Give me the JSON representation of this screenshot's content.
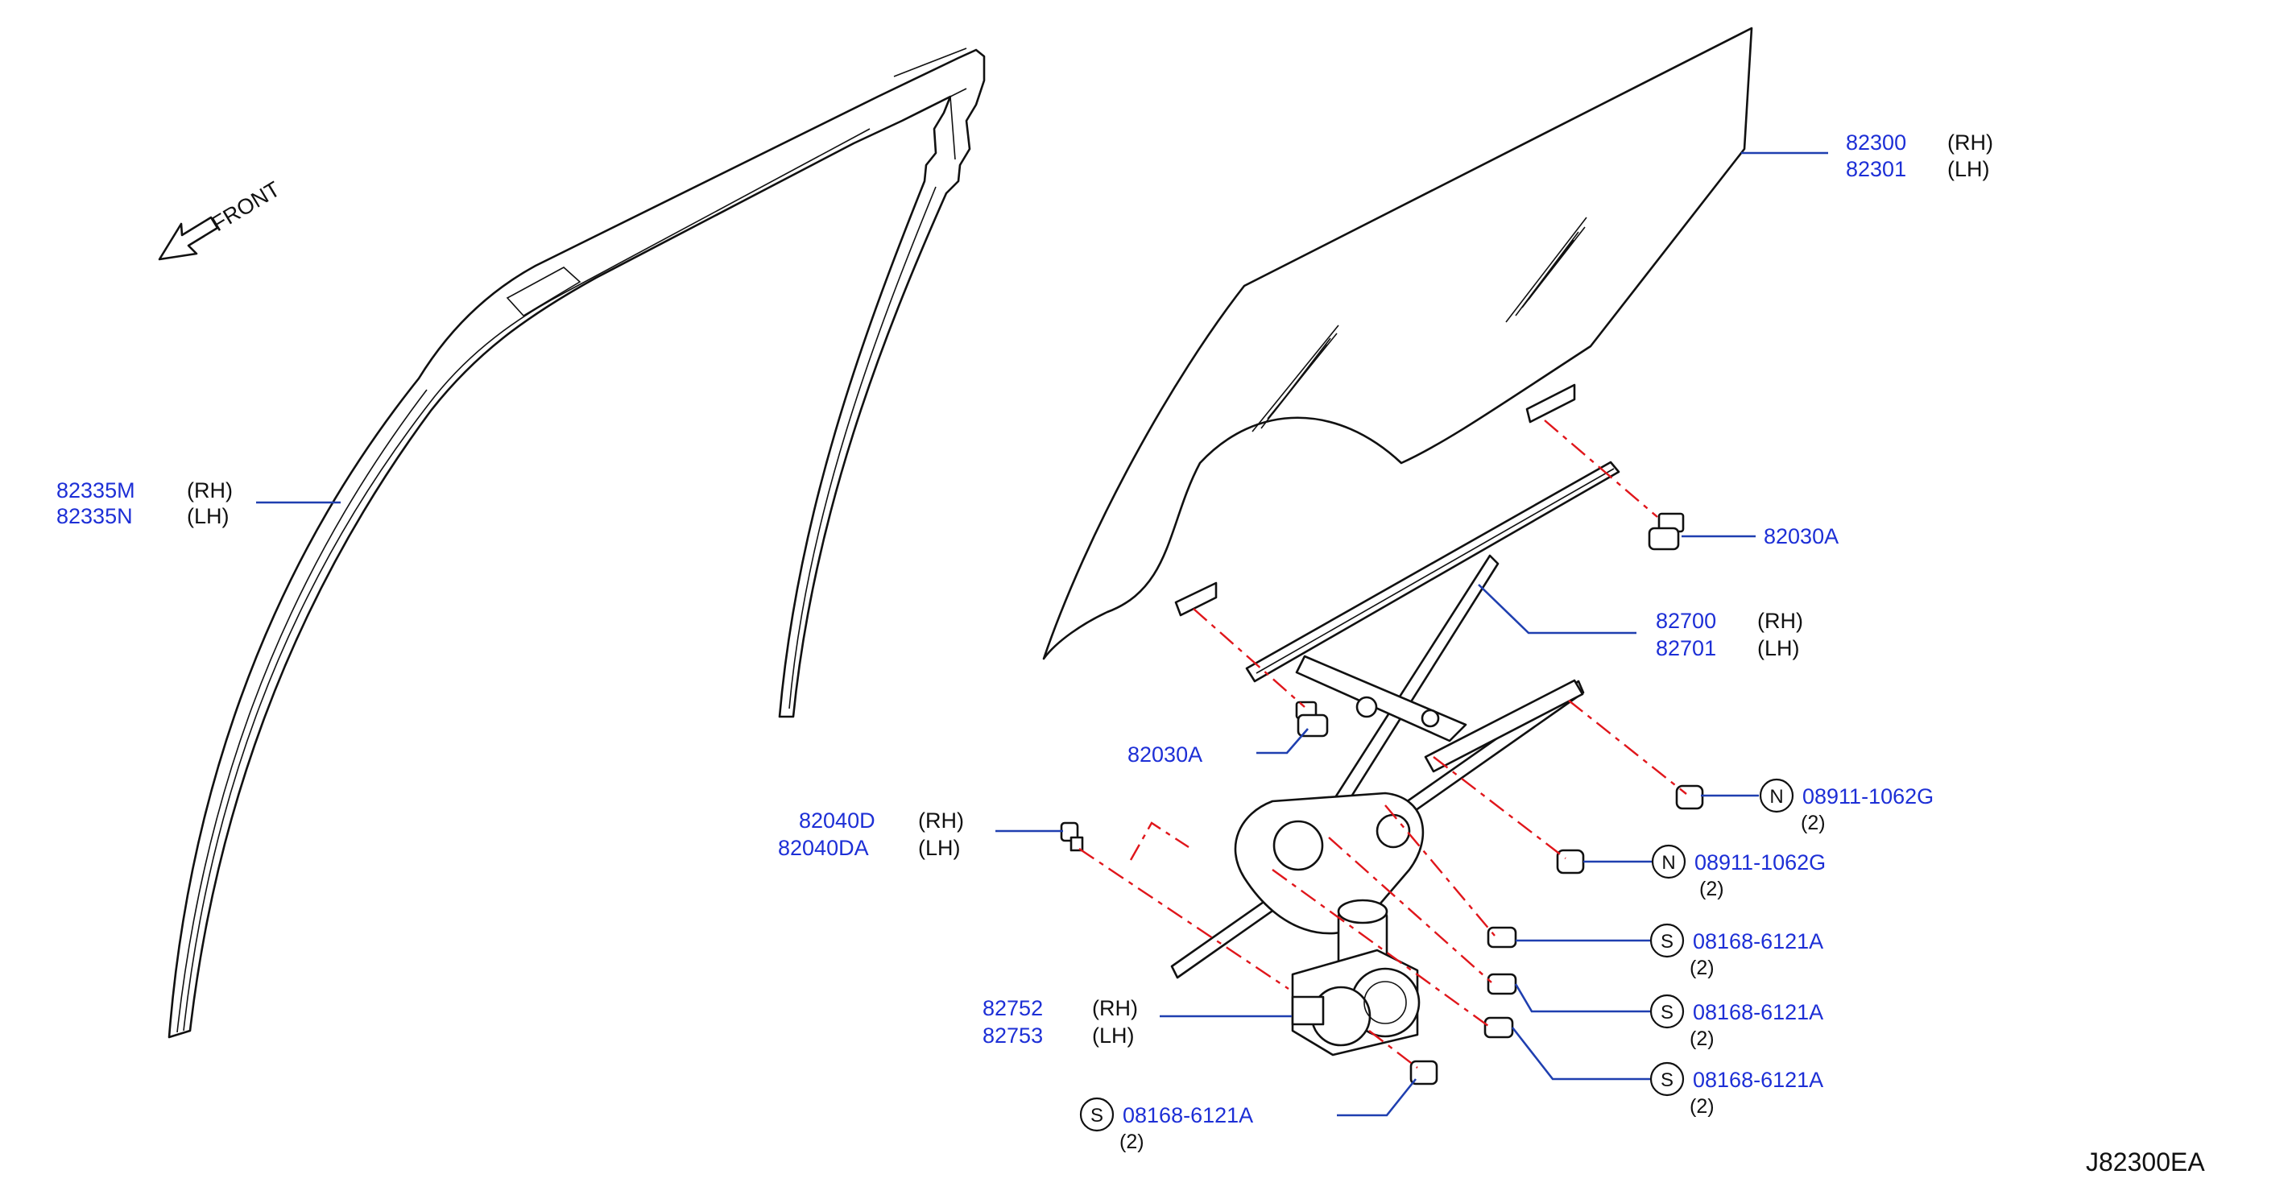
{
  "diagram_code": "J82300EA",
  "front_label": "FRONT",
  "icons": {
    "front_arrow": "front-arrow-icon",
    "badge": "circled-letter-badge"
  },
  "colors": {
    "part_number": "#1d2fd6",
    "leader": "#1f3fb0",
    "mounting_line": "#e0161b",
    "outline": "#111111"
  },
  "callouts": {
    "sash": {
      "rh": "82335M",
      "lh": "82335N",
      "rh_tag": "(RH)",
      "lh_tag": "(LH)"
    },
    "glass": {
      "rh": "82300",
      "lh": "82301",
      "rh_tag": "(RH)",
      "lh_tag": "(LH)"
    },
    "bolt_top": {
      "pn": "82030A"
    },
    "bolt_mid": {
      "pn": "82030A"
    },
    "regulator": {
      "rh": "82700",
      "lh": "82701",
      "rh_tag": "(RH)",
      "lh_tag": "(LH)"
    },
    "screw": {
      "rh": "82040D",
      "lh": "82040DA",
      "rh_tag": "(RH)",
      "lh_tag": "(LH)"
    },
    "motor": {
      "rh": "82752",
      "lh": "82753",
      "rh_tag": "(RH)",
      "lh_tag": "(LH)"
    },
    "nut_1": {
      "letter": "N",
      "pn": "08911-1062G",
      "qty": "(2)"
    },
    "nut_2": {
      "letter": "N",
      "pn": "08911-1062G",
      "qty": "(2)"
    },
    "bolt_s1": {
      "letter": "S",
      "pn": "08168-6121A",
      "qty": "(2)"
    },
    "bolt_s2": {
      "letter": "S",
      "pn": "08168-6121A",
      "qty": "(2)"
    },
    "bolt_s3": {
      "letter": "S",
      "pn": "08168-6121A",
      "qty": "(2)"
    },
    "bolt_s4": {
      "letter": "S",
      "pn": "08168-6121A",
      "qty": "(2)"
    }
  }
}
